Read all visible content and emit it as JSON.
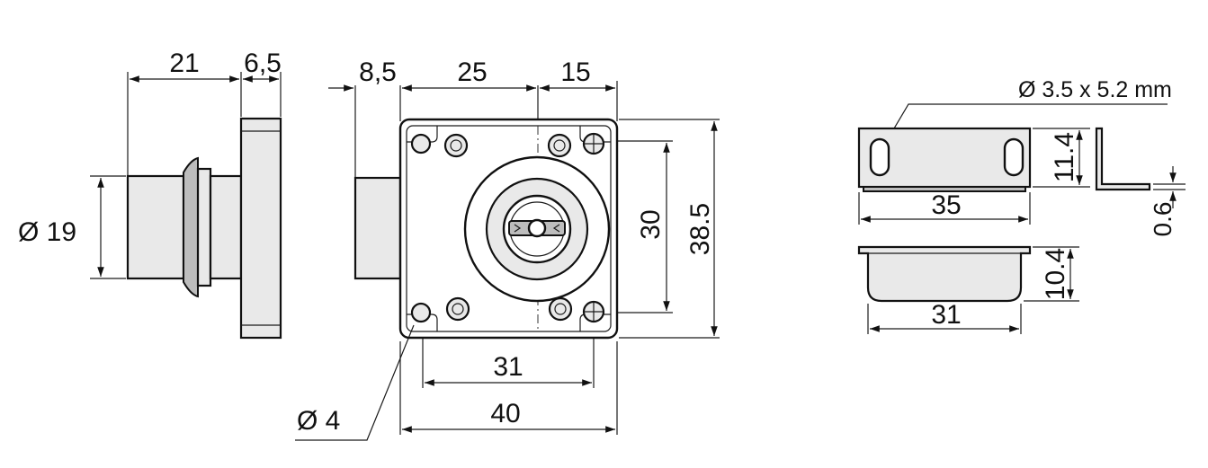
{
  "side_view": {
    "dim_width_1": "21",
    "dim_width_2": "6,5",
    "dim_diameter": "Ø 19"
  },
  "front_view": {
    "dim_offset": "8,5",
    "dim_center": "25",
    "dim_right": "15",
    "dim_height_inner": "30",
    "dim_height_outer": "38.5",
    "dim_hole_spacing": "31",
    "dim_total_width": "40",
    "dim_hole_diameter": "Ø 4"
  },
  "strike_plate": {
    "hole_note": "Ø 3.5 x 5.2 mm",
    "dim_length_top": "35",
    "dim_height_top": "11.4",
    "dim_thickness": "0.6",
    "dim_height_bottom": "10.4",
    "dim_length_bottom": "31"
  },
  "colors": {
    "line": "#111111",
    "metal_light": "#e9e9e9",
    "metal_dark": "#bdbdbd"
  }
}
